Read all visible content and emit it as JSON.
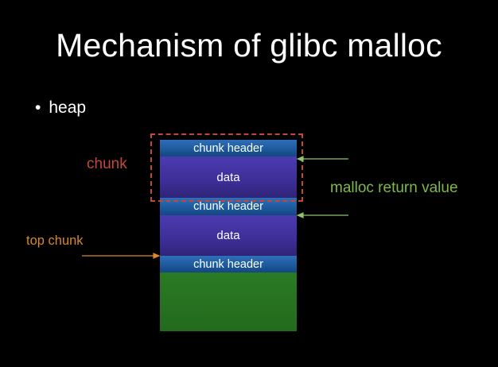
{
  "title": "Mechanism of glibc malloc",
  "bullet": {
    "symbol": "•",
    "text": "heap"
  },
  "labels": {
    "chunk": "chunk",
    "malloc_return": "malloc return value",
    "top_chunk": "top chunk"
  },
  "blocks": {
    "header1": "chunk header",
    "data1": "data",
    "header2": "chunk header",
    "data2": "data",
    "header3": "chunk header"
  },
  "colors": {
    "chunk_label": "#c0473a",
    "malloc_label": "#7fb84a",
    "top_chunk_label": "#d8892a",
    "header_block": "#1d5a9e",
    "data_block": "#3d2e98",
    "top_block": "#236a1e"
  }
}
